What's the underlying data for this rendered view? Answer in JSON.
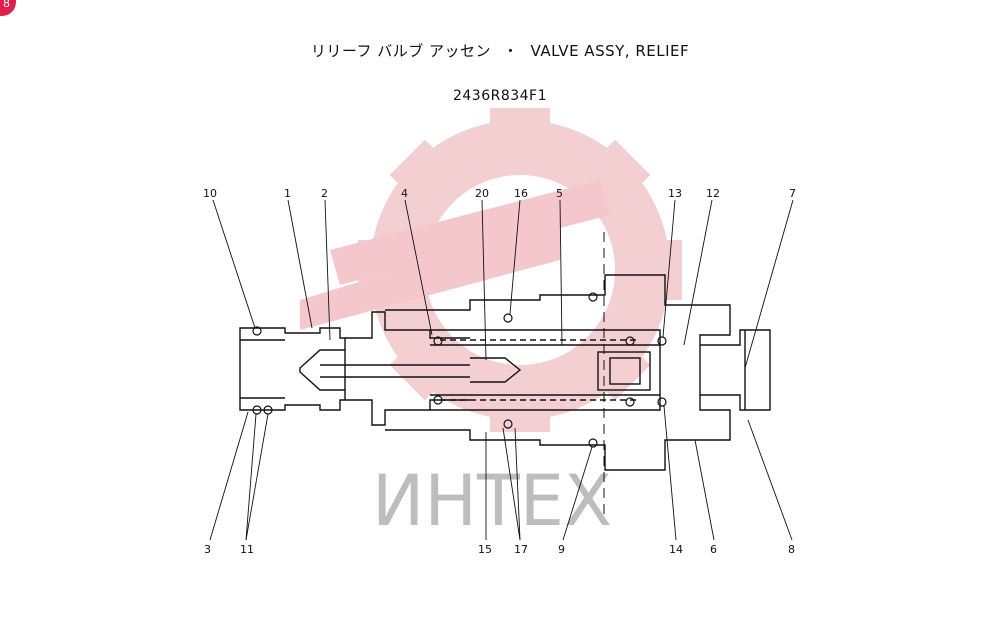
{
  "badge": {
    "text": "8"
  },
  "title": {
    "japanese": "リリーフ バルブ アッセン",
    "separator": "・",
    "english": "VALVE ASSY, RELIEF"
  },
  "part_number": "2436R834F1",
  "watermark": {
    "text": "ИНТЕХ",
    "color": "#f2c4c8"
  },
  "callouts": {
    "top": [
      "10",
      "1",
      "2",
      "4",
      "20",
      "16",
      "5",
      "13",
      "12",
      "7"
    ],
    "bottom": [
      "3",
      "11",
      "15",
      "17",
      "9",
      "14",
      "6",
      "8"
    ]
  }
}
